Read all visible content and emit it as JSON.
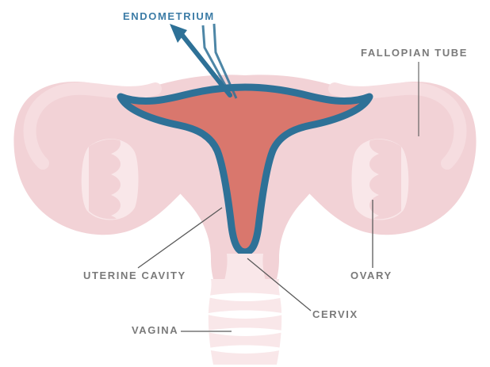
{
  "diagram": {
    "title": "Female reproductive system anatomy diagram",
    "subject": "uterus",
    "view": "anterior coronal cross-section",
    "background_color": "#ffffff"
  },
  "palette": {
    "outer_body_pink": "#f2d2d6",
    "inner_organ_pink": "#f6dde0",
    "light_pink": "#f9e7e9",
    "endometrium_red": "#d9776d",
    "outline_blue": "#2e7197",
    "label_grey": "#7a7a7a",
    "label_blue": "#3c7ca6",
    "leader_line_grey": "#5a5a5a",
    "vagina_white": "#ffffff"
  },
  "labels": [
    {
      "id": "endometrium",
      "text": "ENDOMETRIUM",
      "color": "#3c7ca6",
      "pointer": "arrow",
      "pointer_color": "#2e7197"
    },
    {
      "id": "fallopian_tube",
      "text": "FALLOPIAN TUBE",
      "color": "#7a7a7a",
      "pointer": "line",
      "pointer_color": "#5a5a5a"
    },
    {
      "id": "uterine_cavity",
      "text": "UTERINE CAVITY",
      "color": "#7a7a7a",
      "pointer": "line",
      "pointer_color": "#5a5a5a"
    },
    {
      "id": "ovary",
      "text": "OVARY",
      "color": "#7a7a7a",
      "pointer": "line",
      "pointer_color": "#5a5a5a"
    },
    {
      "id": "cervix",
      "text": "CERVIX",
      "color": "#7a7a7a",
      "pointer": "line",
      "pointer_color": "#5a5a5a"
    },
    {
      "id": "vagina",
      "text": "VAGINA",
      "color": "#7a7a7a",
      "pointer": "line",
      "pointer_color": "#5a5a5a"
    }
  ],
  "structures": {
    "uterus_body": "uterus-body-shape",
    "endometrium_lining": "endometrium-cavity-shape",
    "left_fallopian_tube": "left-fallopian-tube-shape",
    "right_fallopian_tube": "right-fallopian-tube-shape",
    "left_ovary": "left-ovary-shape",
    "right_ovary": "right-ovary-shape",
    "cervix": "cervix-shape",
    "vagina": "vagina-shape",
    "vaginal_rugae": "vaginal-rugae-lines"
  }
}
